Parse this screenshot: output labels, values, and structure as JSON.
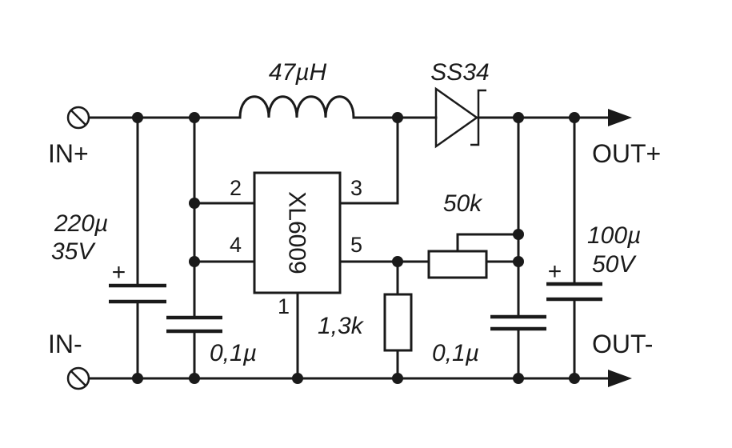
{
  "terminals": {
    "in_plus": "IN+",
    "in_minus": "IN-",
    "out_plus": "OUT+",
    "out_minus": "OUT-"
  },
  "ic": {
    "name": "XL6009",
    "pins": {
      "p1": "1",
      "p2": "2",
      "p3": "3",
      "p4": "4",
      "p5": "5"
    }
  },
  "components": {
    "inductor": "47µH",
    "diode": "SS34",
    "c_in_value": "220µ",
    "c_in_voltage": "35V",
    "c_in_dec": "0,1µ",
    "trimmer": "50k",
    "r_bottom": "1,3k",
    "c_out_dec": "0,1µ",
    "c_out_value": "100µ",
    "c_out_voltage": "50V",
    "plus_in": "+",
    "plus_out": "+"
  }
}
